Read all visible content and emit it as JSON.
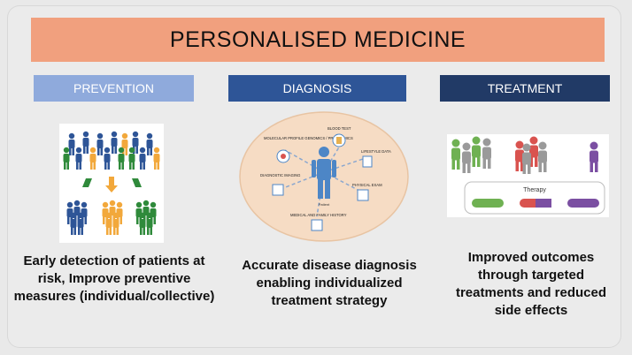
{
  "title": "PERSONALISED MEDICINE",
  "columns": [
    {
      "heading": "PREVENTION",
      "caption": "Early detection of patients at risk, Improve preventive measures (individual/collective)"
    },
    {
      "heading": "DIAGNOSIS",
      "caption": "Accurate disease diagnosis enabling individualized treatment strategy"
    },
    {
      "heading": "TREATMENT",
      "caption": "Improved outcomes through targeted treatments and reduced side effects"
    }
  ],
  "diagnosis_labels": {
    "molecular": "MOLECULAR PROFILE GENOMICS / PROTEOMICS",
    "blood": "BLOOD TEST",
    "lifestyle": "LIFESTYLE DATA",
    "imaging": "DIAGNOSTIC IMAGING",
    "exam": "PHYSICAL EXAM",
    "history": "MEDICAL AND FAMILY HISTORY",
    "patient": "Patient"
  },
  "therapy_label": "Therapy",
  "colors": {
    "title_bg": "#f1a07e",
    "prevention": "#8faadc",
    "diagnosis": "#2e5597",
    "treatment": "#213a66"
  }
}
